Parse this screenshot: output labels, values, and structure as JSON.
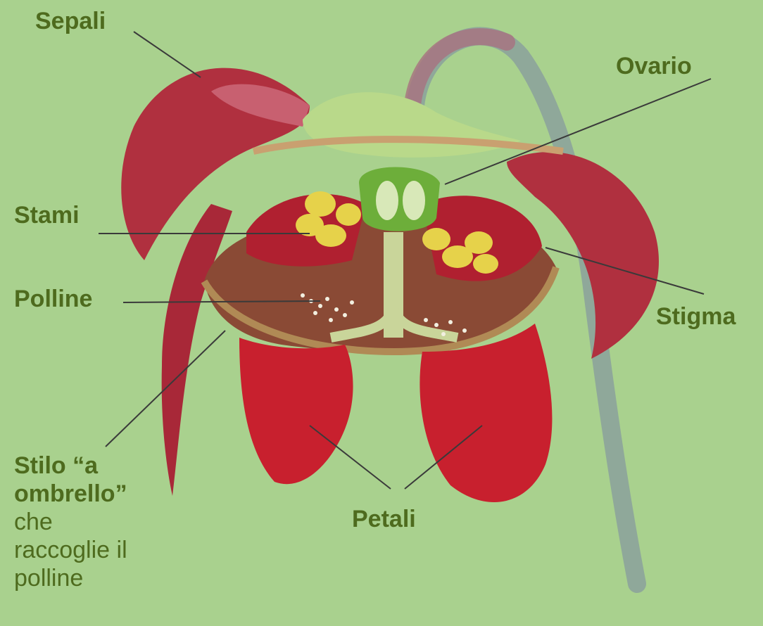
{
  "labels": {
    "sepali": "Sepali",
    "ovario": "Ovario",
    "stami": "Stami",
    "polline": "Polline",
    "stigma": "Stigma",
    "stilo": "Stilo “a ombrello”",
    "stilo_note": "che raccoglie il polline",
    "petali": "Petali"
  },
  "colors": {
    "background": "#a9d18e",
    "label_text": "#4e6b1e",
    "leader_line": "#3a3a3a",
    "petal_red": "#c8202e",
    "sepal_red": "#b0303f",
    "stem": "#8fa89a",
    "ovary_green": "#6dae3a",
    "stamen_yellow": "#e6d24a",
    "umbrella_brown": "#8a4a35"
  }
}
